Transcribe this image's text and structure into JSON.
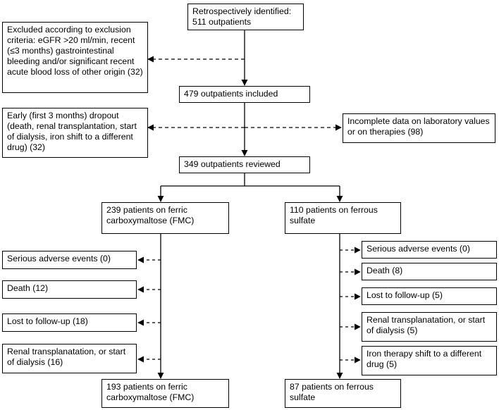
{
  "flowchart": {
    "top": {
      "identified": "Retrospectively identified:\n511 outpatients"
    },
    "exclusions": {
      "criteria": "Excluded according to exclusion criteria: eGFR >20 ml/min, recent (≤3 months) gastrointestinal bleeding and/or significant recent acute blood loss of other origin  (32)",
      "early_dropout": "Early (first 3 months) dropout (death, renal transplantation, start of dialysis, iron shift to a different drug) (32)",
      "incomplete_data": "Incomplete data on laboratory values or on therapies (98)"
    },
    "included": "479 outpatients included",
    "reviewed": "349 outpatients reviewed",
    "fmc": {
      "start": "239 patients on ferric carboxymaltose (FMC)",
      "events": [
        "Serious adverse events  (0)",
        "Death (12)",
        "Lost to follow-up (18)",
        "Renal transplanatation, or start of dialysis  (16)"
      ],
      "end": "193 patients on ferric carboxymaltose (FMC)"
    },
    "ferrous": {
      "start": "110 patients on ferrous sulfate",
      "events": [
        "Serious adverse events  (0)",
        "Death (8)",
        "Lost to follow-up (5)",
        "Renal transplanatation, or start of dialysis  (5)",
        "Iron therapy shift to a different drug  (5)"
      ],
      "end": "87 patients on ferrous sulfate"
    }
  }
}
